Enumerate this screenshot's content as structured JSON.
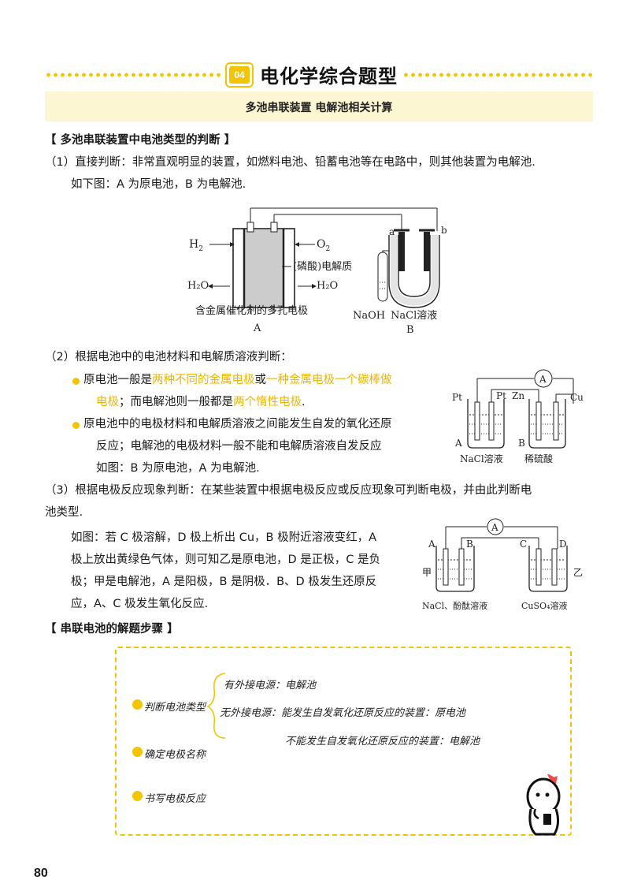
{
  "header": {
    "chapter_number": "04",
    "chapter_title": "电化学综合题型",
    "subtitle": "多池串联装置  电解池相关计算"
  },
  "section1": {
    "heading": "【 多池串联装置中电池类型的判断 】",
    "p1_line1": "（1）直接判断：非常直观明显的装置，如燃料电池、铅蓄电池等在电路中，则其他装置为电解池.",
    "p1_line2": "如下图：A 为原电池，B 为电解池.",
    "fig1": {
      "h2": "H",
      "h2_sub": "2",
      "o2": "O",
      "o2_sub": "2",
      "h2o_left": "H₂O",
      "h2o_right": "H₂O",
      "electrolyte": "(磷酸)电解质",
      "porous": "含金属催化剂的多孔电极",
      "label_a": "A",
      "naoh": "NaOH",
      "nacl": "NaCl溶液",
      "label_b": "B",
      "elec_a": "a",
      "elec_b": "b"
    },
    "p2_heading": "（2）根据电池中的电池材料和电解质溶液判断：",
    "bullet1_part1": "原电池一般是",
    "bullet1_hl1": "两种不同的金属电极",
    "bullet1_part2": "或",
    "bullet1_hl2": "一种金属电极一个碳棒做",
    "bullet1_hl3": "电极",
    "bullet1_part3": "；而电解池则一般都是",
    "bullet1_hl4": "两个惰性电极",
    "bullet1_part4": ".",
    "bullet2_line1": "原电池中的电极材料和电解质溶液之间能发生自发的氧化还原",
    "bullet2_line2": "反应；电解池的电极材料一般不能和电解质溶液自发反应",
    "bullet2_line3": "如图：B 为原电池，A 为电解池.",
    "fig2": {
      "ammeter": "A",
      "pt1": "Pt",
      "pt2": "Pt",
      "zn": "Zn",
      "cu": "Cu",
      "label_a": "A",
      "label_b": "B",
      "nacl": "NaCl溶液",
      "acid": "稀硫酸"
    },
    "p3_line1": "（3）根据电极反应现象判断：在某些装置中根据电极反应或反应现象可判断电极，并由此判断电",
    "p3_line2": "池类型.",
    "p3_body": [
      "如图：若 C 极溶解，D 极上析出 Cu，B 极附近溶液变红，A",
      "极上放出黄绿色气体，则可知乙是原电池，D 是正极，C 是负",
      "极；甲是电解池，A 是阳极，B 是阴极．B、D 极发生还原反",
      "应，A、C 极发生氧化反应."
    ],
    "fig3": {
      "ammeter": "A",
      "a": "A",
      "b": "B",
      "c": "C",
      "d": "D",
      "jia": "甲",
      "yi": "乙",
      "left_solution": "NaCl、酚酞溶液",
      "right_solution": "CuSO₄溶液"
    }
  },
  "section2": {
    "heading": "【 串联电池的解题步骤 】",
    "step1": "判断电池类型",
    "step2": "确定电极名称",
    "step3": "书写电极反应",
    "branch1": "有外接电源：电解池",
    "branch2": "无外接电源：能发生自发氧化还原反应的装置：原电池",
    "branch3": "不能发生自发氧化还原反应的装置：电解池"
  },
  "page_number": "80",
  "colors": {
    "accent": "#f2c500",
    "highlight_text": "#f0b400",
    "band": "#fdf6d3"
  }
}
